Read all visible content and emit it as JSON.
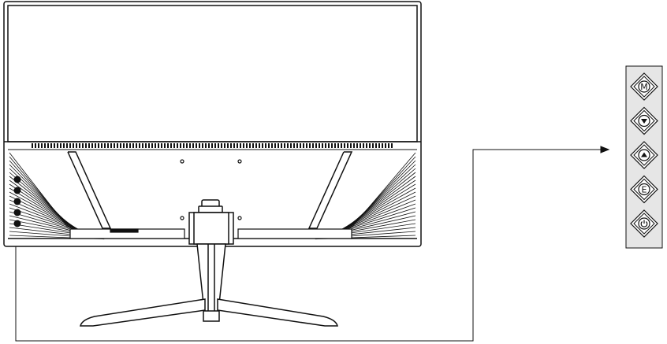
{
  "figure": {
    "monitor": {
      "view": "rear",
      "parts": [
        "screen-frame",
        "rear-housing",
        "vent-strip",
        "side-buttons",
        "stand-neck",
        "stand-base"
      ]
    },
    "button_panel": {
      "buttons": [
        {
          "name": "menu-button",
          "label": "M",
          "icon": "letter-m"
        },
        {
          "name": "down-button",
          "label": "",
          "icon": "triangle-down-icon"
        },
        {
          "name": "up-button",
          "label": "",
          "icon": "triangle-up-icon"
        },
        {
          "name": "exit-button",
          "label": "E",
          "icon": "letter-e"
        },
        {
          "name": "power-button",
          "label": "",
          "icon": "power-icon"
        }
      ]
    },
    "colors": {
      "stroke": "#111111",
      "panel_fill": "#e6e6e6",
      "background": "#ffffff"
    }
  }
}
